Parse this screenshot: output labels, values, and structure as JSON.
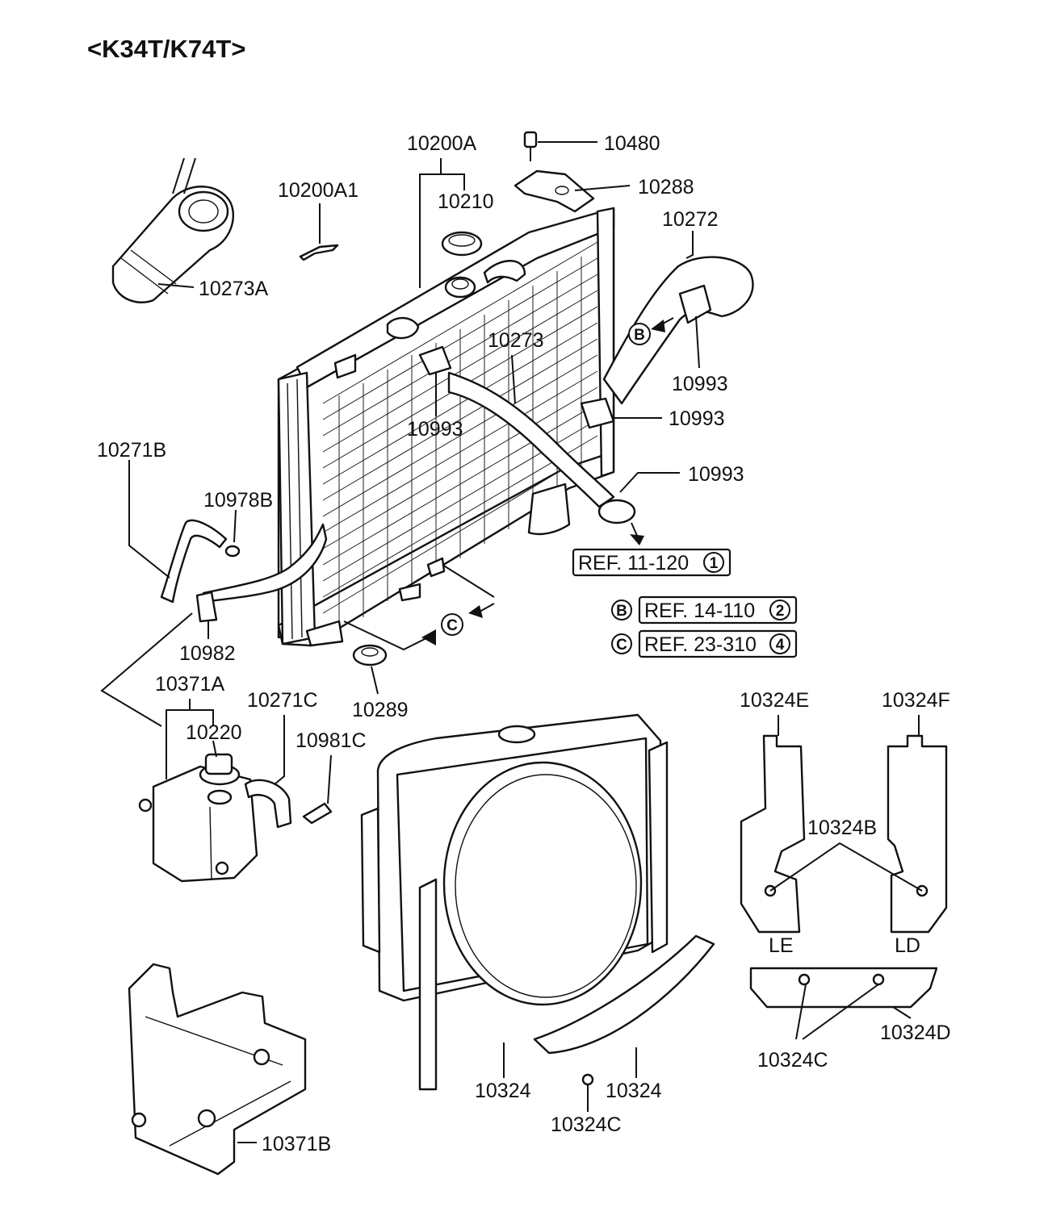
{
  "title": "<K34T/K74T>",
  "labels": {
    "p10200A": "10200A",
    "p10480": "10480",
    "p10288": "10288",
    "p10200A1": "10200A1",
    "p10210": "10210",
    "p10272": "10272",
    "p10273A": "10273A",
    "p10273": "10273",
    "p10993_b": "10993",
    "p10993_a": "10993",
    "p10993_c": "10993",
    "p10993_d": "10993",
    "p10271B": "10271B",
    "p10978B": "10978B",
    "p10982": "10982",
    "p10371A": "10371A",
    "p10220": "10220",
    "p10271C": "10271C",
    "p10981C": "10981C",
    "p10289": "10289",
    "p10324E": "10324E",
    "p10324F": "10324F",
    "p10324B": "10324B",
    "LE": "LE",
    "LD": "LD",
    "p10324D": "10324D",
    "p10324C_right": "10324C",
    "p10324_a": "10324",
    "p10324_b": "10324",
    "p10324C_bottom": "10324C",
    "p10371B": "10371B"
  },
  "references": [
    {
      "marker": "",
      "text": "REF. 11-120",
      "number": "1"
    },
    {
      "marker": "B",
      "text": "REF. 14-110",
      "number": "2"
    },
    {
      "marker": "C",
      "text": "REF. 23-310",
      "number": "4"
    }
  ],
  "callouts": {
    "B": "B",
    "C": "C"
  }
}
